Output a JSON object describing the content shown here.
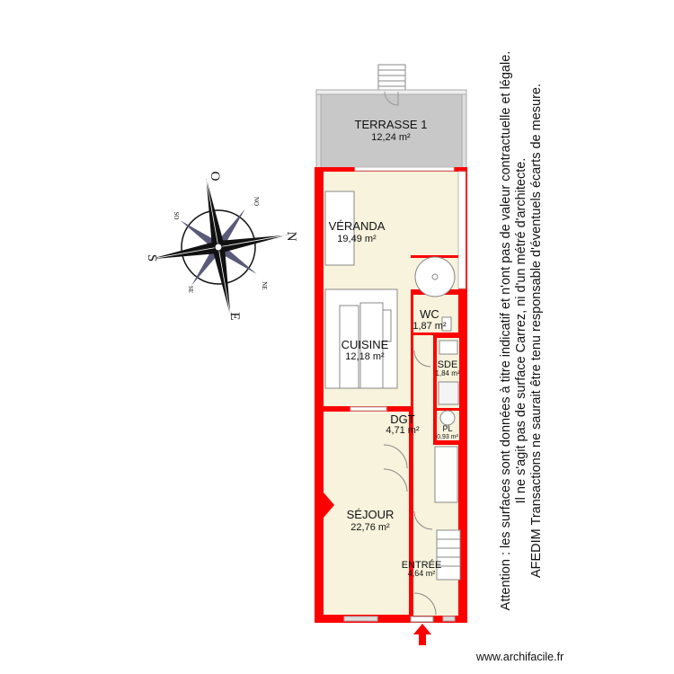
{
  "colors": {
    "wall": "#ff0000",
    "room_fill": "#f7f3dc",
    "terrace_fill": "#c8c8c8",
    "fixture": "#ffffff"
  },
  "rooms": [
    {
      "name": "TERRASSE 1",
      "area": "12,24 m²"
    },
    {
      "name": "VÉRANDA",
      "area": "19,49 m²"
    },
    {
      "name": "CUISINE",
      "area": "12,18 m²"
    },
    {
      "name": "WC",
      "area": "1,87 m²"
    },
    {
      "name": "SDE",
      "area": "1,84 m²"
    },
    {
      "name": "DGT",
      "area": "4,71 m²"
    },
    {
      "name": "PL",
      "area": "0,93 m²"
    },
    {
      "name": "SÉJOUR",
      "area": "22,76 m²"
    },
    {
      "name": "ENTRÉE",
      "area": "4,64 m²"
    }
  ],
  "compass": {
    "north": "N",
    "south": "S",
    "east": "E",
    "west": "O",
    "northwest": "NO",
    "northeast": "NE",
    "southwest": "SO",
    "southeast": "SE"
  },
  "disclaimer": [
    "Attention : les surfaces sont données à titre indicatif et n'ont pas de valeur contractuelle et légale.",
    "Il ne s'agit pas de surface Carrez, ni d'un métré d'architecte.",
    "AFEDIM Transactions ne saurait être tenu responsable d'éventuels écarts de mesure."
  ],
  "watermark": "www.archifacile.fr",
  "entrance_icon": "arrow-up-icon"
}
